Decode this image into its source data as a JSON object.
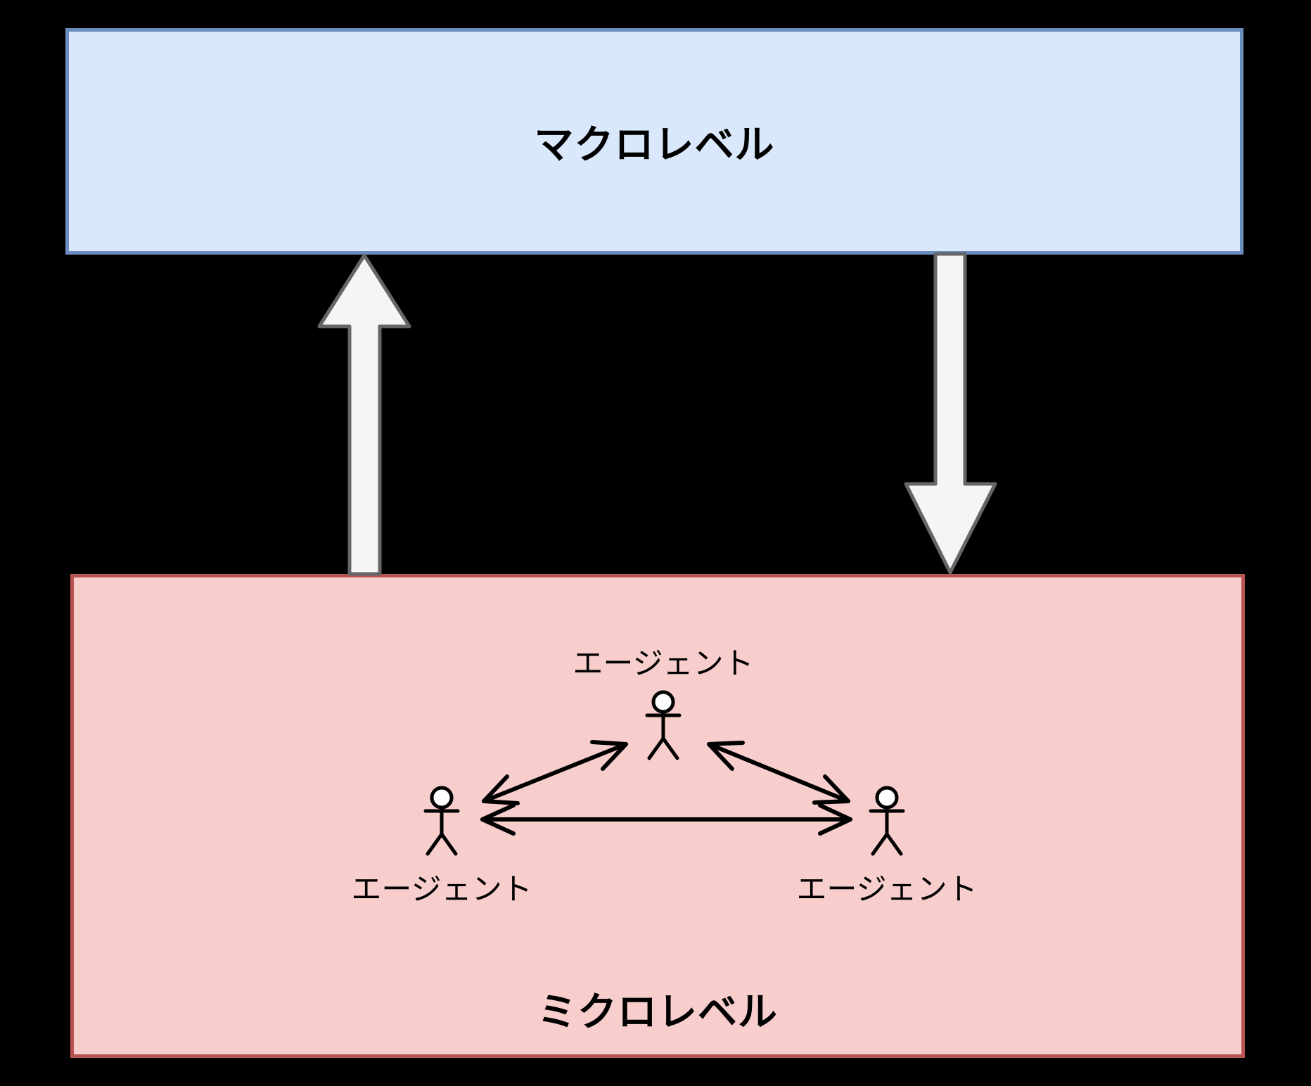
{
  "diagram": {
    "background_color": "#000000",
    "macro_box": {
      "label": "マクロレベル",
      "fill_color": "#dae8fc",
      "border_color": "#6c8ebf"
    },
    "micro_box": {
      "label": "ミクロレベル",
      "fill_color": "#f8cecc",
      "border_color": "#b85450"
    },
    "agents": [
      {
        "label": "エージェント",
        "position": "top"
      },
      {
        "label": "エージェント",
        "position": "bottom-left"
      },
      {
        "label": "エージェント",
        "position": "bottom-right"
      }
    ],
    "block_arrows": [
      {
        "direction": "up",
        "meaning": "micro-to-macro",
        "fill_color": "#f5f5f5",
        "border_color": "#666666"
      },
      {
        "direction": "down",
        "meaning": "macro-to-micro",
        "fill_color": "#f5f5f5",
        "border_color": "#666666"
      }
    ],
    "interaction_arrows": {
      "style": "double-headed",
      "color": "#000000",
      "count": 3
    }
  }
}
